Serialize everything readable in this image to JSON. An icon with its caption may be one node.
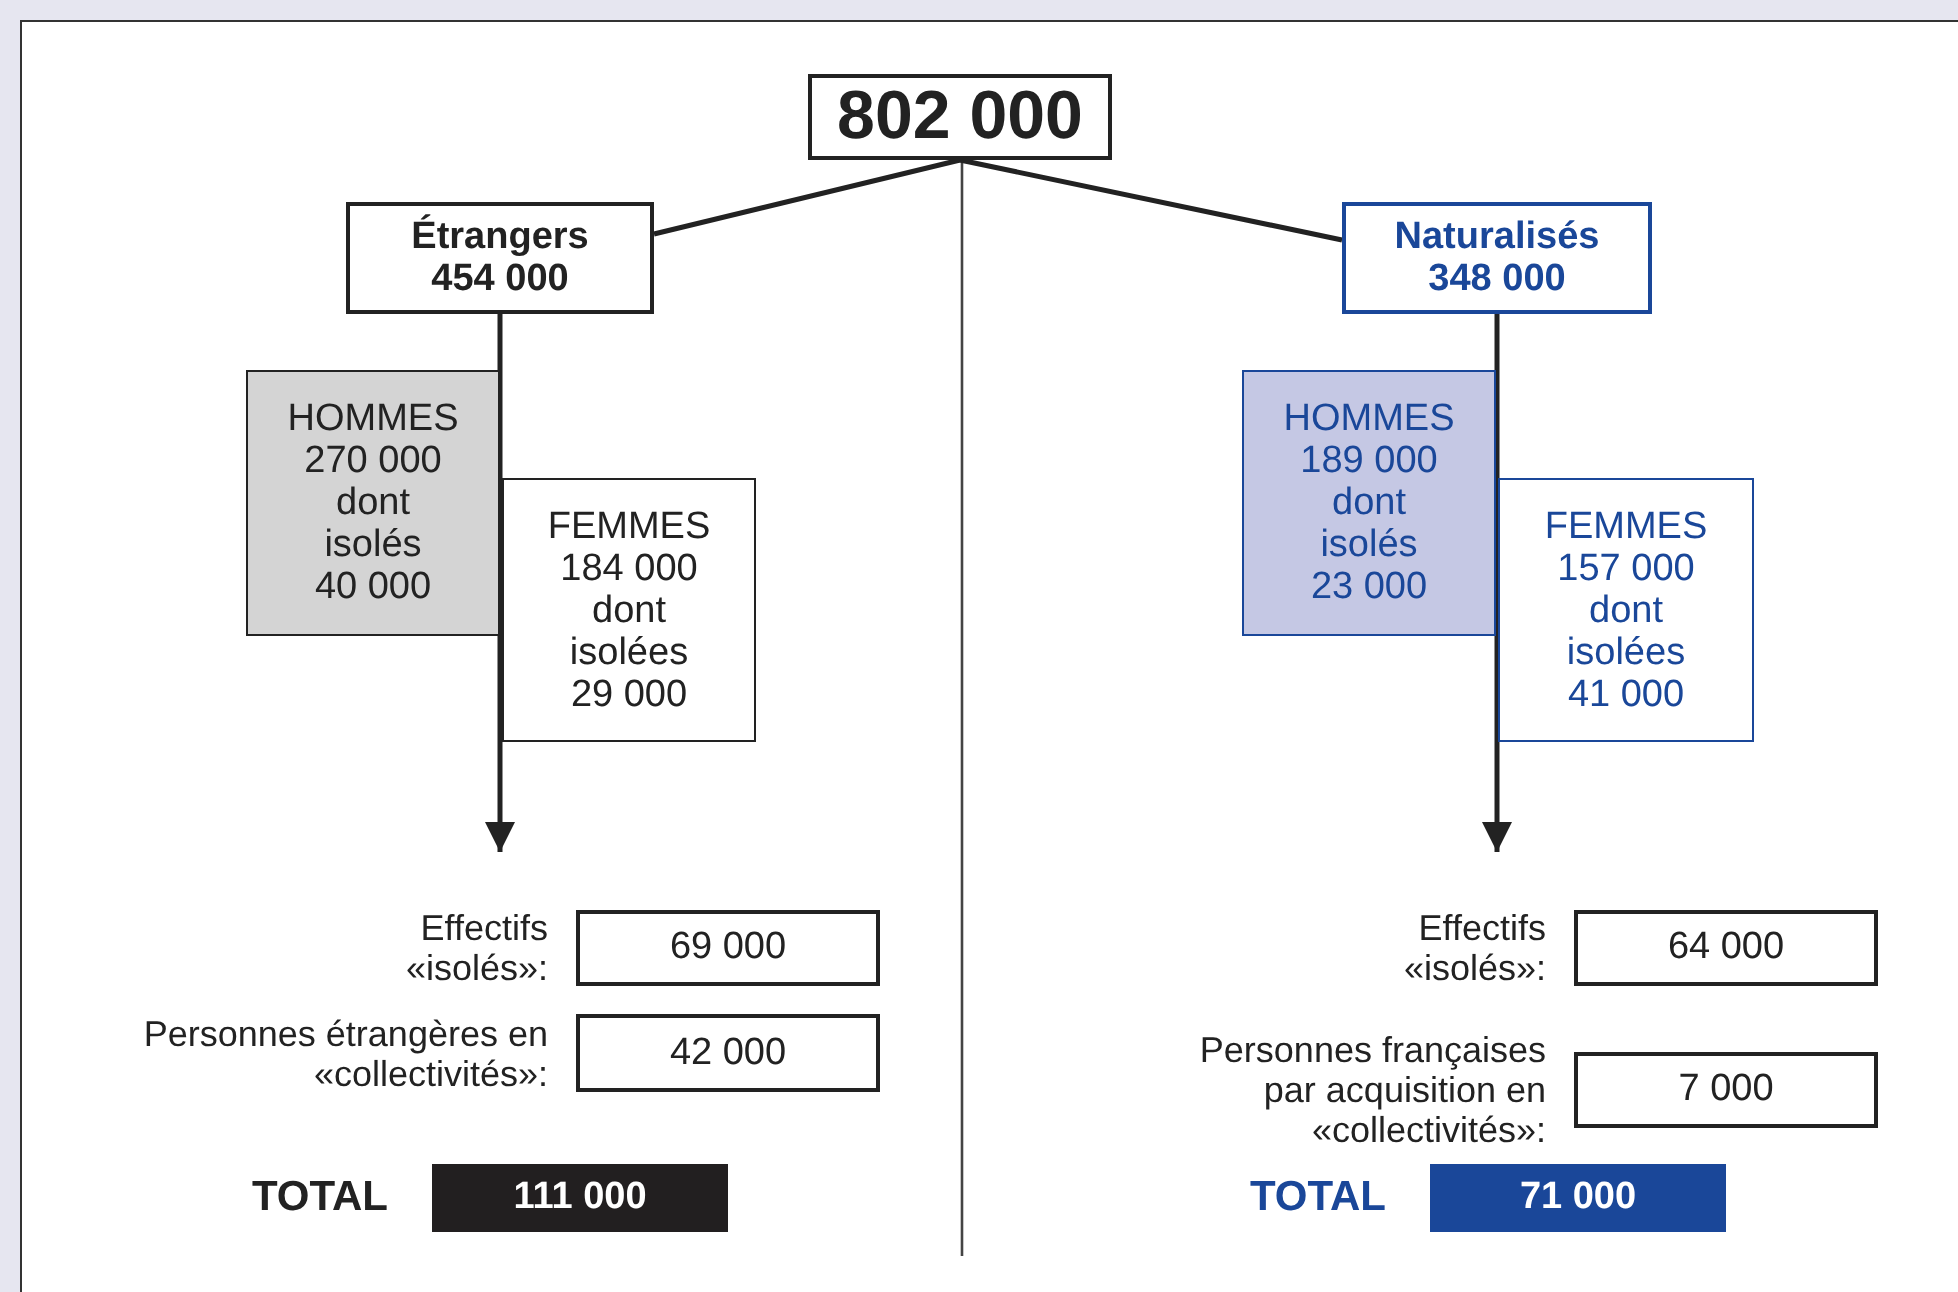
{
  "diagram": {
    "nodes": [
      {
        "text": [
          "802 000"
        ]
      },
      {
        "text": [
          "Étrangers",
          "454 000"
        ]
      },
      {
        "text": [
          "Naturalisés",
          "348 000"
        ]
      },
      {
        "text": [
          "HOMMES",
          "270 000",
          "dont",
          "isolés",
          "40 000"
        ]
      },
      {
        "text": [
          "FEMMES",
          "184 000",
          "dont",
          "isolées",
          "29 000"
        ]
      },
      {
        "text": [
          "HOMMES",
          "189 000",
          "dont",
          "isolés",
          "23 000"
        ]
      },
      {
        "text": [
          "FEMMES",
          "157 000",
          "dont",
          "isolées",
          "41 000"
        ]
      },
      {
        "text": [
          "69 000"
        ],
        "beside": [
          "Effectifs «isolés»:"
        ]
      },
      {
        "text": [
          "42 000"
        ],
        "beside": [
          "Personnes étrangères en «collectivités»:"
        ]
      },
      {
        "text": [
          "111 000"
        ],
        "beside": [
          "TOTAL"
        ]
      },
      {
        "text": [
          "64 000"
        ],
        "beside": [
          "Effectifs «isolés»:"
        ]
      },
      {
        "text": [
          "7 000"
        ],
        "beside": [
          "Personnes françaises par acquisition en «collectivités»:"
        ]
      },
      {
        "text": [
          "71 000"
        ],
        "beside": [
          "TOTAL"
        ]
      }
    ],
    "edges": [
      {
        "from": 0,
        "to": 1,
        "arrow": "none"
      },
      {
        "from": 0,
        "to": 2,
        "arrow": "none"
      },
      {
        "from": 1,
        "to": null,
        "arrow": "to"
      },
      {
        "from": 2,
        "to": null,
        "arrow": "to"
      }
    ]
  }
}
